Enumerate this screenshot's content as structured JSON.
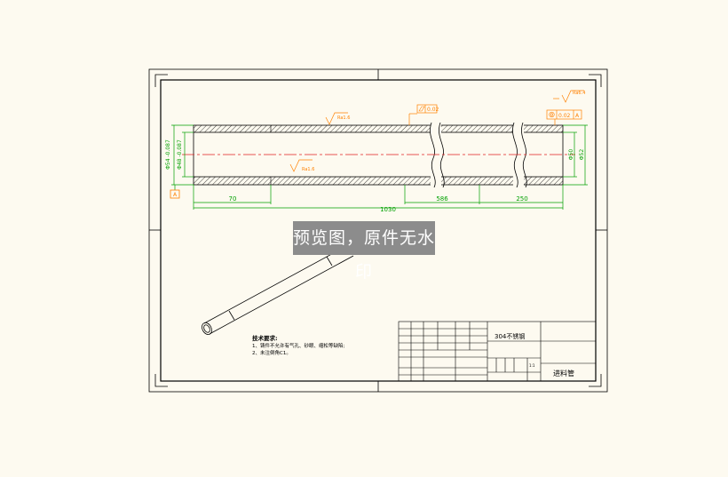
{
  "drawing": {
    "title": "进料管",
    "material": "304不锈钢",
    "watermark": "预览图，原件无水印",
    "dimensions": {
      "overall_length": "1030",
      "segment_left": "70",
      "segment_mid": "586",
      "segment_right": "250",
      "outer_dia_left": "Φ54 -0.087",
      "inner_dia_left": "Φ48 -0.087",
      "inner_dia_right": "Φ50",
      "outer_dia_right": "Φ52"
    },
    "tolerances": {
      "flatness": "0.02",
      "concentricity": "0.02",
      "datum_ref": "A",
      "datum_label": "A"
    },
    "surface_finish": {
      "general": "Ra6.4",
      "top": "Ra1.6",
      "bottom": "Ra1.6"
    },
    "tech_requirements": {
      "heading": "技术要求:",
      "line1": "1、铸件不允许有气孔、砂眼、缩松等缺陷;",
      "line2": "2、未注倒角C1。"
    },
    "title_block": {
      "scale_label": "1:1"
    }
  },
  "colors": {
    "border": "#000000",
    "geometry": "#0a0a0a",
    "dimension": "#00a000",
    "centerline": "#e02020",
    "annotation": "#ff8000",
    "hatch": "#303030"
  }
}
